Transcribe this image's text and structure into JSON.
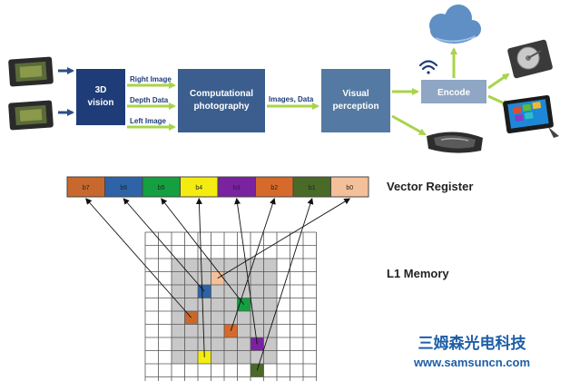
{
  "pipeline": {
    "box_3d_vision": [
      "3D",
      "vision"
    ],
    "box_computational": [
      "Computational",
      "photography"
    ],
    "box_visual": [
      "Visual",
      "perception"
    ],
    "box_encode": "Encode",
    "label_right_image": "Right Image",
    "label_depth_data": "Depth Data",
    "label_left_image": "Left Image",
    "label_images_data": "Images, Data",
    "icons": [
      "camera-sensor-icon",
      "camera-sensor-icon",
      "wifi-icon",
      "cloud-icon",
      "hard-drive-icon",
      "tablet-icon",
      "vr-headset-icon"
    ]
  },
  "vector_register": {
    "title": "Vector Register",
    "cells": [
      {
        "label": "b7",
        "color": "#c8682e"
      },
      {
        "label": "b6",
        "color": "#2e63a8"
      },
      {
        "label": "b5",
        "color": "#14a040"
      },
      {
        "label": "b4",
        "color": "#f4ec10"
      },
      {
        "label": "b3",
        "color": "#7a22a0"
      },
      {
        "label": "b2",
        "color": "#d66a2a"
      },
      {
        "label": "b1",
        "color": "#4a6a28"
      },
      {
        "label": "b0",
        "color": "#f4c09a"
      }
    ]
  },
  "memory": {
    "title": "L1 Memory",
    "grid_cols": 13,
    "grid_rows": 12,
    "highlight_cells": [
      {
        "col": 5,
        "row": 3,
        "color": "#f4c09a"
      },
      {
        "col": 4,
        "row": 4,
        "color": "#2e63a8"
      },
      {
        "col": 7,
        "row": 5,
        "color": "#14a040"
      },
      {
        "col": 3,
        "row": 6,
        "color": "#c8682e"
      },
      {
        "col": 6,
        "row": 7,
        "color": "#d66a2a"
      },
      {
        "col": 8,
        "row": 8,
        "color": "#7a22a0"
      },
      {
        "col": 4,
        "row": 9,
        "color": "#f4ec10"
      },
      {
        "col": 8,
        "row": 10,
        "color": "#4a6a28"
      }
    ]
  },
  "watermark": {
    "name": "三姆森光电科技",
    "url": "www.samsuncn.com"
  }
}
